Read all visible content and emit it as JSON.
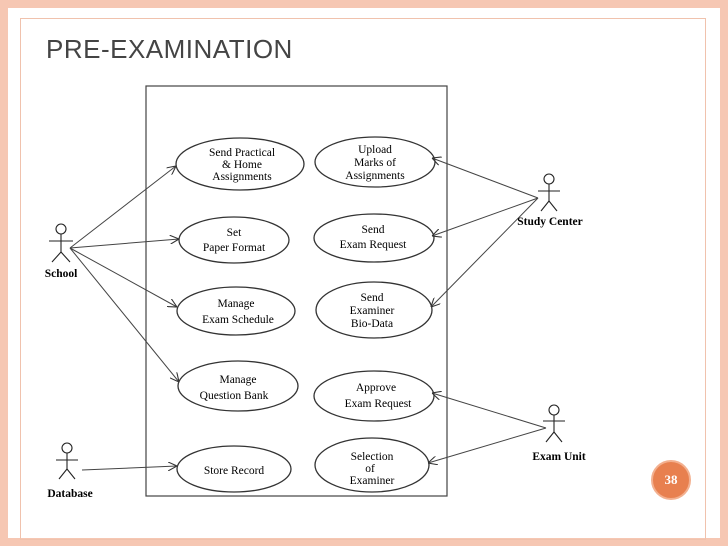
{
  "slide": {
    "title": "PRE-EXAMINATION",
    "page_number": "38"
  },
  "diagram": {
    "actors": {
      "school": "School",
      "database": "Database",
      "study_center": "Study Center",
      "exam_unit": "Exam Unit"
    },
    "use_cases": {
      "send_practical": [
        "Send Practical",
        "& Home",
        "Assignments"
      ],
      "upload_marks": [
        "Upload",
        "Marks of",
        "Assignments"
      ],
      "set_paper_format": [
        "Set",
        "Paper Format"
      ],
      "send_exam_request": [
        "Send",
        "Exam Request"
      ],
      "manage_exam_schedule": [
        "Manage",
        "Exam Schedule"
      ],
      "send_examiner_biodata": [
        "Send",
        "Examiner",
        "Bio-Data"
      ],
      "manage_question_bank": [
        "Manage",
        "Question Bank"
      ],
      "approve_exam_request": [
        "Approve",
        "Exam Request"
      ],
      "store_record": [
        "Store Record"
      ],
      "selection_of_examiner": [
        "Selection",
        "of",
        "Examiner"
      ]
    }
  },
  "colors": {
    "border": "#f6c7b3",
    "badge": "#e8804f",
    "title": "#444444"
  }
}
